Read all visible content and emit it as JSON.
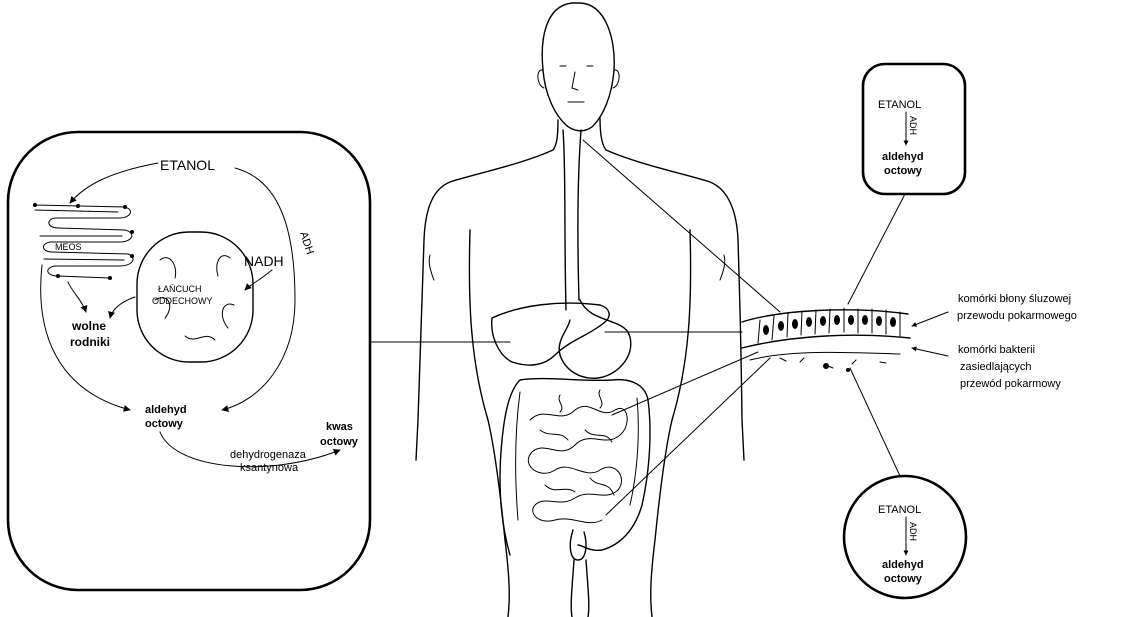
{
  "liver_panel": {
    "etanol": "ETANOL",
    "meos": "MEOS",
    "adh": "ADH",
    "nadh": "NADH",
    "chain_line1": "ŁAŃCUCH",
    "chain_line2": "ODDECHOWY",
    "free_radicals_line1": "wolne",
    "free_radicals_line2": "rodniki",
    "acetaldehyde_line1": "aldehyd",
    "acetaldehyde_line2": "octowy",
    "acetic_acid_line1": "kwas",
    "acetic_acid_line2": "octowy",
    "enzyme_line1": "dehydrogenaza",
    "enzyme_line2": "ksantynowa"
  },
  "top_panel": {
    "etanol": "ETANOL",
    "adh": "ADH",
    "product_line1": "aldehyd",
    "product_line2": "octowy"
  },
  "bottom_panel": {
    "etanol": "ETANOL",
    "adh": "ADH",
    "product_line1": "aldehyd",
    "product_line2": "octowy"
  },
  "tissue_labels": {
    "mucosa_line1": "komórki błony śluzowej",
    "mucosa_line2": "przewodu pokarmowego",
    "bacteria_line1": "komórki bakterii",
    "bacteria_line2": "zasiedlających",
    "bacteria_line3": "przewód pokarmowy"
  }
}
